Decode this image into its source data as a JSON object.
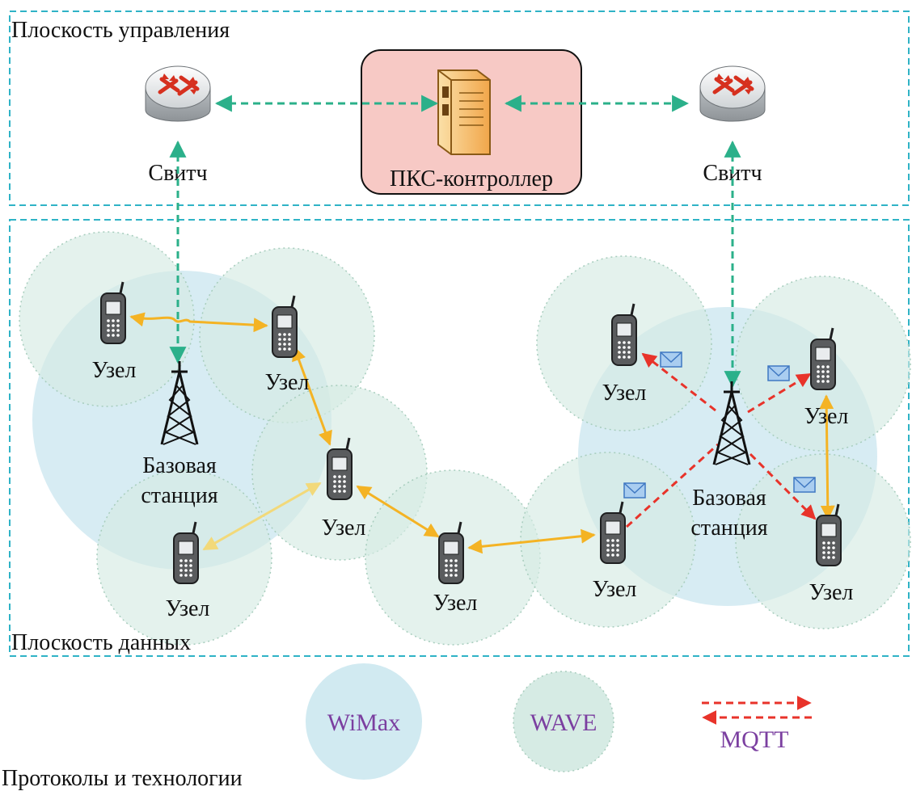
{
  "planes": {
    "control_label": "Плоскость управления",
    "data_label": "Плоскость данных",
    "protocols_label": "Протоколы и технологии"
  },
  "control": {
    "switch_left_label": "Свитч",
    "switch_right_label": "Свитч",
    "controller_label": "ПКС-контроллер"
  },
  "data_plane": {
    "base_station_left_label": [
      "Базовая",
      "станция"
    ],
    "base_station_right_label": [
      "Базовая",
      "станция"
    ],
    "node_label": "Узел",
    "nodes_count": 9
  },
  "legend": {
    "wimax_label": "WiMax",
    "wave_label": "WAVE",
    "mqtt_label": "MQTT"
  },
  "colors": {
    "control_link": "#2bb08a",
    "node_link": "#f4b324",
    "node_link_faint": "#f2d97a",
    "mqtt": "#e8332a",
    "wimax_fill": "#c9e6ef",
    "wave_fill": "#d6ebe4",
    "plane_border": "#2fb3c6",
    "controller_box": "#f7c9c5",
    "legend_text": "#7b3fa0"
  },
  "icons": [
    "router-icon",
    "server-icon",
    "phone-icon",
    "tower-icon",
    "envelope-icon"
  ]
}
